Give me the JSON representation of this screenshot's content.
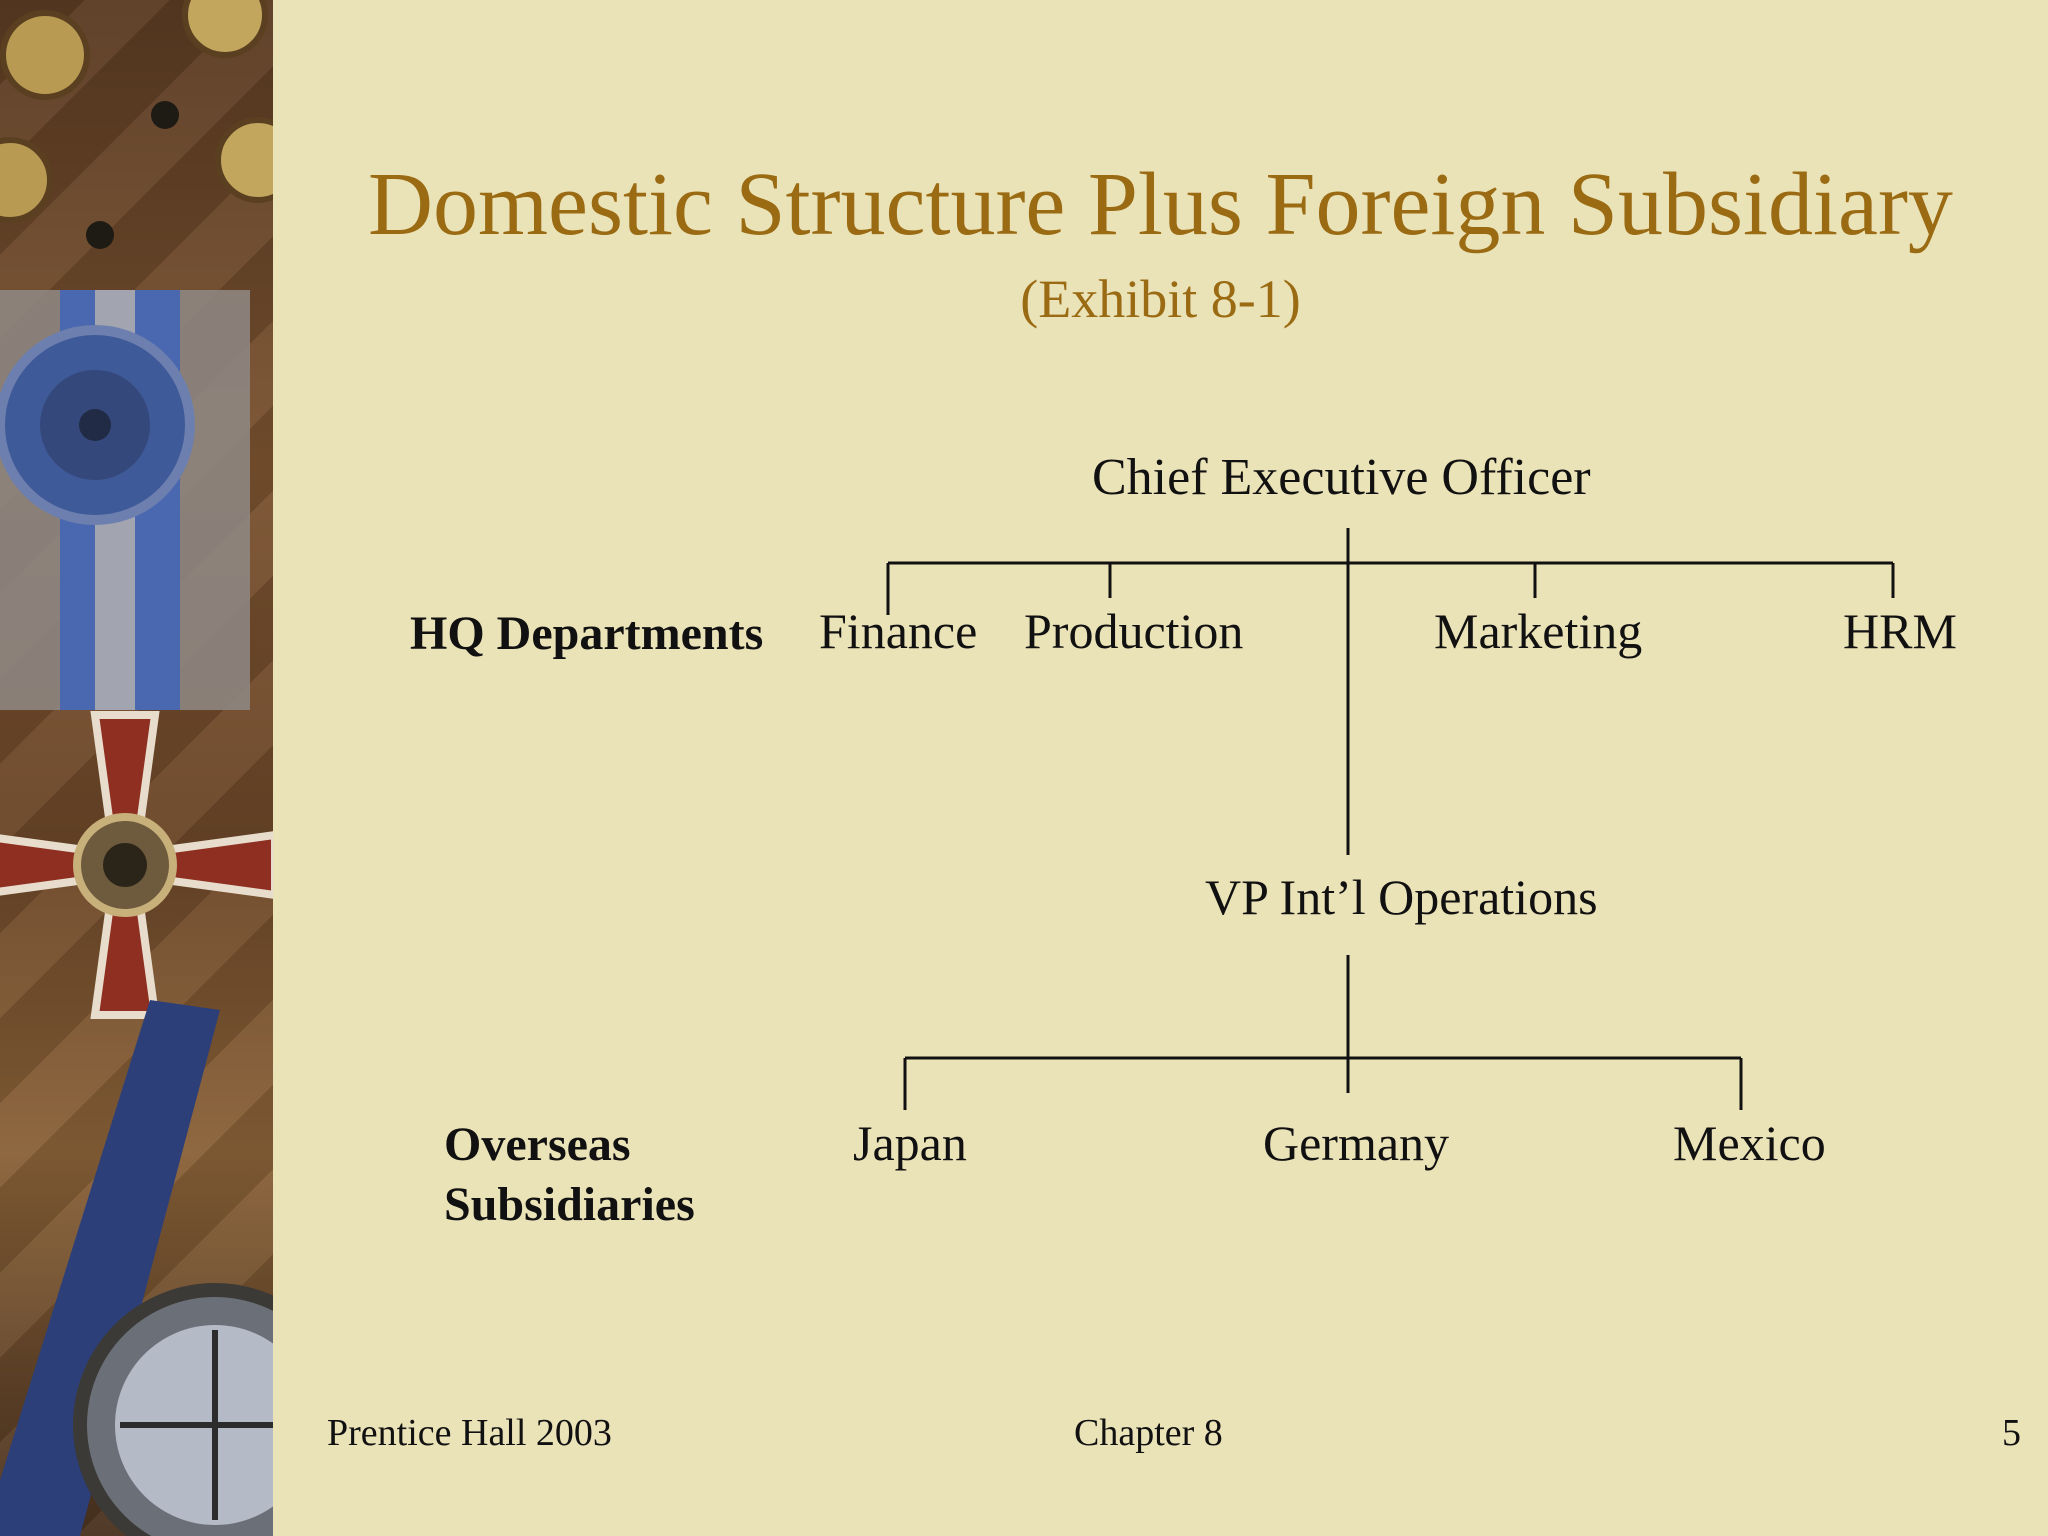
{
  "slide": {
    "title": "Domestic Structure Plus Foreign Subsidiary",
    "subtitle": "(Exhibit 8-1)"
  },
  "org_chart": {
    "root": "Chief Executive Officer",
    "hq_label": "HQ Departments",
    "hq_departments": [
      "Finance",
      "Production",
      "Marketing",
      "HRM"
    ],
    "intl_head": "VP Int’l Operations",
    "overseas_label_line1": "Overseas",
    "overseas_label_line2": "Subsidiaries",
    "subsidiaries": [
      "Japan",
      "Germany",
      "Mexico"
    ]
  },
  "footer": {
    "publisher": "Prentice Hall 2003",
    "chapter": "Chapter 8",
    "page_number": "5"
  },
  "colors": {
    "background": "#ebe3b8",
    "title": "#9a6b13",
    "text": "#111111"
  }
}
